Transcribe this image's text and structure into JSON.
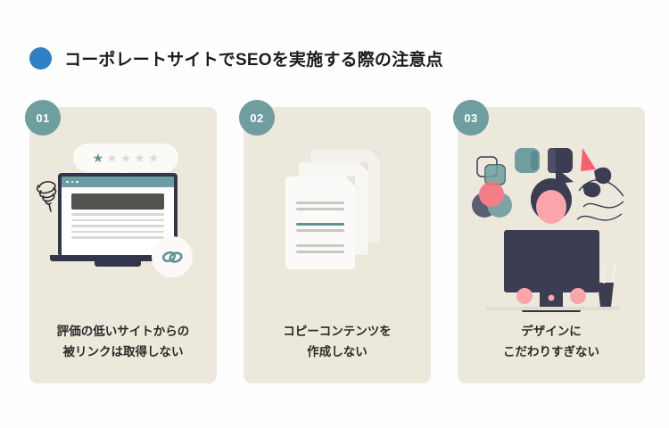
{
  "header": {
    "bullet_icon": "circle-bullet-icon",
    "bullet_color": "#2f7fc4",
    "title": "コーポレートサイトでSEOを実施する際の注意点"
  },
  "theme": {
    "page_background": "#fefefe",
    "card_background": "#ece8dc",
    "badge_color": "#6f9ea0",
    "accent_teal": "#5f9396",
    "ink_navy": "#32354c",
    "accent_pink": "#f49ba0",
    "accent_red": "#f4616f"
  },
  "cards": [
    {
      "number": "01",
      "caption_line1": "評価の低いサイトからの",
      "caption_line2": "被リンクは取得しない",
      "illustration": "low-rated-site-backlink-illustration",
      "rating": {
        "filled": 1,
        "total": 5
      }
    },
    {
      "number": "02",
      "caption_line1": "コピーコンテンツを",
      "caption_line2": "作成しない",
      "illustration": "stacked-documents-illustration",
      "pages": 3
    },
    {
      "number": "03",
      "caption_line1": "デザインに",
      "caption_line2": "こだわりすぎない",
      "illustration": "designer-at-desk-illustration"
    }
  ]
}
